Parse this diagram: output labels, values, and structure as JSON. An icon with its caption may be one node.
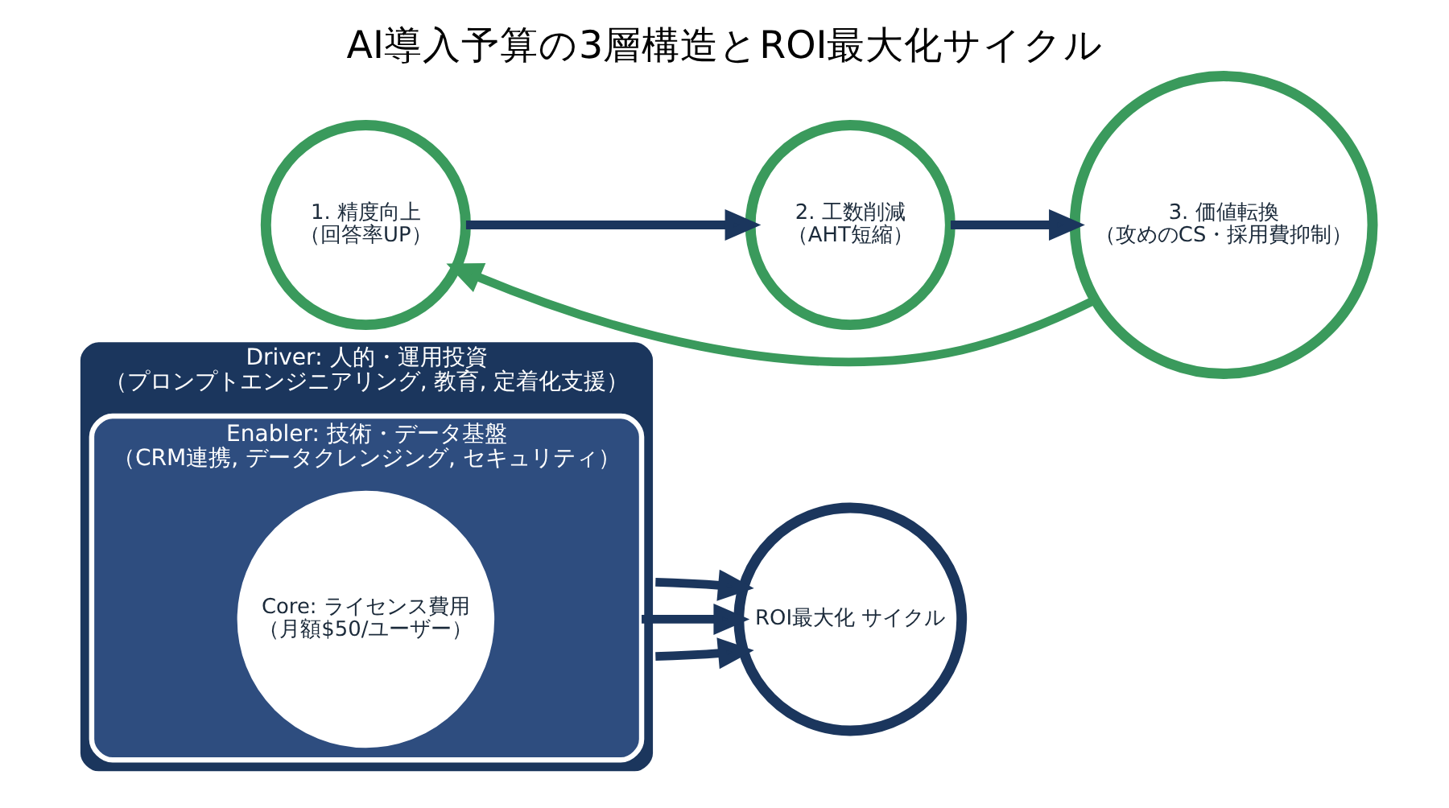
{
  "diagram": {
    "title": "AI導入予算の3層構造とROI最大化サイクル",
    "nodes": [
      {
        "text": [
          "Driver: 人的・運用投資",
          "（プロンプトエンジニアリング, 教育, 定着化支援）"
        ]
      },
      {
        "text": [
          "Enabler: 技術・データ基盤",
          "（CRM連携, データクレンジング, セキュリティ）"
        ],
        "in": 0
      },
      {
        "text": [
          "Core: ライセンス費用",
          "（月額$50/ユーザー）"
        ],
        "in": 1
      },
      {
        "text": [
          "ROI最大化 サイクル"
        ]
      },
      {
        "text": [
          "1. 精度向上",
          "（回答率UP）"
        ]
      },
      {
        "text": [
          "2. 工数削減",
          "（AHT短縮）"
        ]
      },
      {
        "text": [
          "3. 価値転換",
          "（攻めのCS・採用費抑制）"
        ]
      }
    ],
    "edges": [
      {
        "from": 0,
        "to": 3,
        "arrow": "to"
      },
      {
        "from": 1,
        "to": 3,
        "arrow": "to"
      },
      {
        "from": 0,
        "to": 3,
        "arrow": "to"
      },
      {
        "from": 4,
        "to": 5,
        "arrow": "to"
      },
      {
        "from": 5,
        "to": 6,
        "arrow": "to"
      },
      {
        "from": 6,
        "to": 4,
        "arrow": "to",
        "color": "#3a9a5c"
      }
    ]
  }
}
